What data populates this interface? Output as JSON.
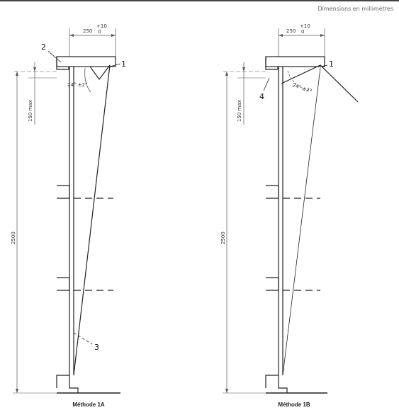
{
  "units_note": "Dimensions en millimètres",
  "method_1a": {
    "caption": "Méthode 1A",
    "dim_top_value": "250",
    "dim_top_tol_upper": "+10",
    "dim_top_tol_lower": "0",
    "dim_height": "2500",
    "dim_150": "150 max",
    "angle": "24° ±2°",
    "callout_1": "1",
    "callout_2": "2",
    "callout_3": "3"
  },
  "method_1b": {
    "caption": "Méthode 1B",
    "dim_top_value": "250",
    "dim_top_tol_upper": "+10",
    "dim_top_tol_lower": "0",
    "dim_height": "2500",
    "dim_150": "150 max",
    "angle": "24° ±2°",
    "callout_1": "1",
    "callout_4": "4"
  },
  "colors": {
    "frame": "#222222",
    "dim": "#555555",
    "background": "#ffffff"
  }
}
